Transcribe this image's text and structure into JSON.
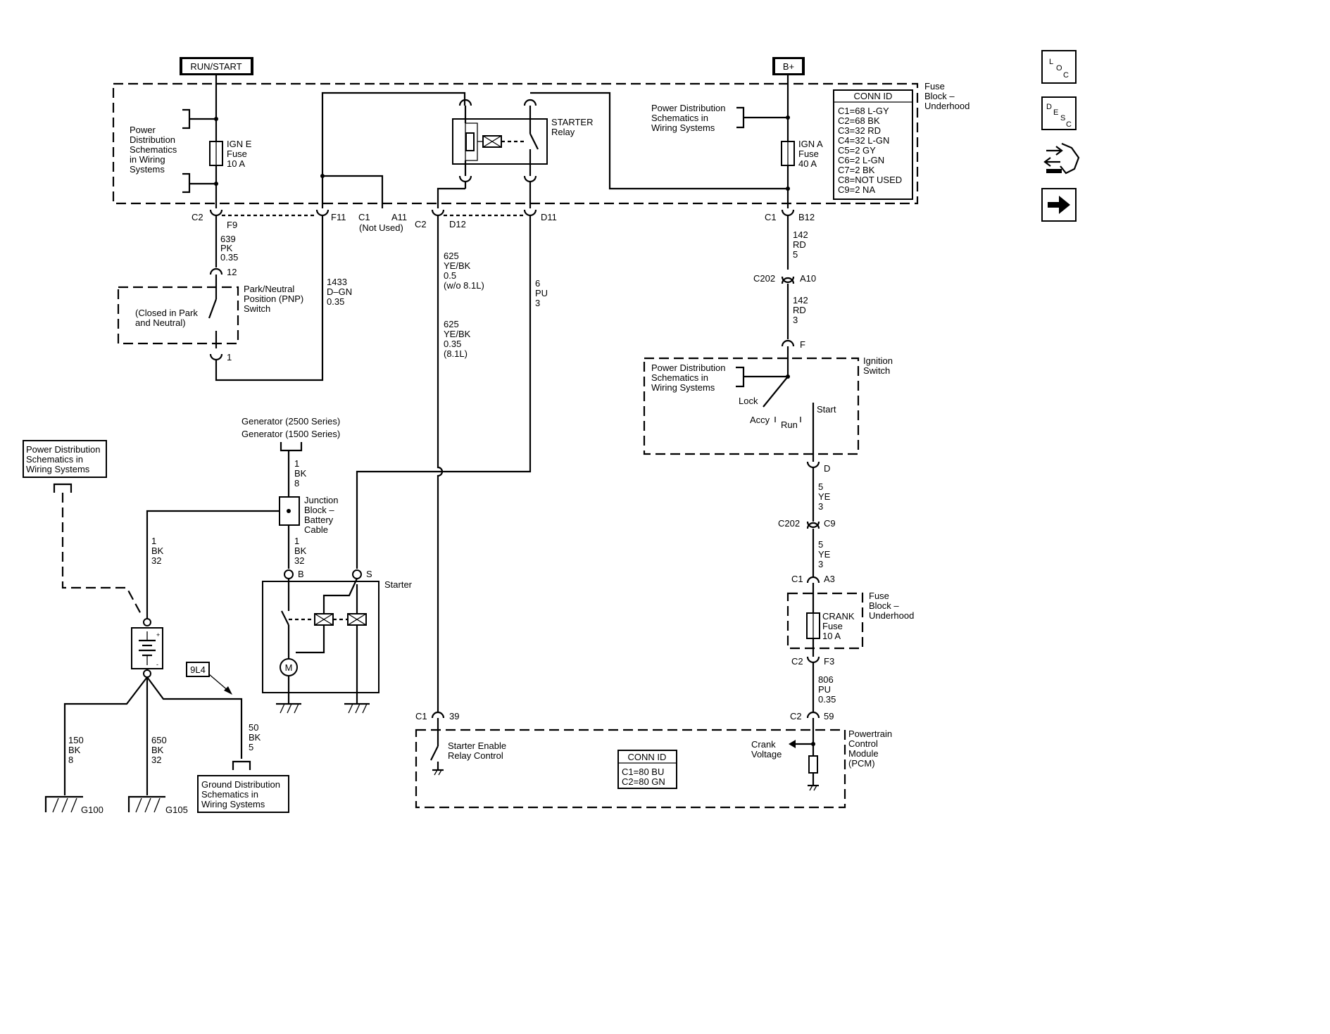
{
  "sources": {
    "run_start": "RUN/START",
    "b_plus": "B+"
  },
  "fuse_block": {
    "label_lines": [
      "Fuse",
      "Block –",
      "Underhood"
    ],
    "pds_left": [
      "Power",
      "Distribution",
      "Schematics",
      "in Wiring",
      "Systems"
    ],
    "pds_right": [
      "Power Distribution",
      "Schematics in",
      "Wiring Systems"
    ],
    "ign_e_fuse": [
      "IGN E",
      "Fuse",
      "10 A"
    ],
    "ign_a_fuse": [
      "IGN A",
      "Fuse",
      "40 A"
    ],
    "relay_label": [
      "STARTER",
      "Relay"
    ],
    "conn_id_title": "CONN ID",
    "conn_ids": [
      "C1=68 L-GY",
      "C2=68 BK",
      "C3=32 RD",
      "C4=32 L-GN",
      "C5=2 GY",
      "C6=2 L-GN",
      "C7=2 BK",
      "C8=NOT USED",
      "C9=2 NA"
    ]
  },
  "connectors": {
    "c2": "C2",
    "f9": "F9",
    "f11": "F11",
    "c1_a11": "C1",
    "a11": "A11",
    "not_used": "(Not Used)",
    "c2_d12": "C2",
    "d12": "D12",
    "d11": "D11",
    "c1_b12": "C1",
    "b12": "B12",
    "pnp_12": "12",
    "pnp_1": "1",
    "c202_a10": "C202",
    "a10": "A10",
    "ign_f": "F",
    "ign_d": "D",
    "c202_c9": "C202",
    "c9": "C9",
    "c1_a3": "C1",
    "a3": "A3",
    "c2_f3": "C2",
    "f3": "F3",
    "pcm_c1": "C1",
    "pcm_39": "39",
    "pcm_c2": "C2",
    "pcm_59": "59",
    "starter_b": "B",
    "starter_s": "S"
  },
  "wires": {
    "w639": [
      "639",
      "PK",
      "0.35"
    ],
    "w1433": [
      "1433",
      "D–GN",
      "0.35"
    ],
    "w625a": [
      "625",
      "YE/BK",
      "0.5",
      "(w/o 8.1L)"
    ],
    "w625b": [
      "625",
      "YE/BK",
      "0.35",
      "(8.1L)"
    ],
    "w6": [
      "6",
      "PU",
      "3"
    ],
    "w142a": [
      "142",
      "RD",
      "5"
    ],
    "w142b": [
      "142",
      "RD",
      "3"
    ],
    "w5a": [
      "5",
      "YE",
      "3"
    ],
    "w5b": [
      "5",
      "YE",
      "3"
    ],
    "w806": [
      "806",
      "PU",
      "0.35"
    ],
    "w1bk8": [
      "1",
      "BK",
      "8"
    ],
    "w1bk32a": [
      "1",
      "BK",
      "32"
    ],
    "w1bk32b": [
      "1",
      "BK",
      "32"
    ],
    "w150": [
      "150",
      "BK",
      "8"
    ],
    "w650": [
      "650",
      "BK",
      "32"
    ],
    "w50": [
      "50",
      "BK",
      "5"
    ]
  },
  "pnp_switch": {
    "label": [
      "Park/Neutral",
      "Position (PNP)",
      "Switch"
    ],
    "note": [
      "(Closed in Park",
      "and Neutral)"
    ]
  },
  "ignition_switch": {
    "label": [
      "Ignition",
      "Switch"
    ],
    "pds": [
      "Power Distribution",
      "Schematics in",
      "Wiring Systems"
    ],
    "lock": "Lock",
    "accy": "Accy",
    "run": "Run",
    "start": "Start"
  },
  "crank_fuse": {
    "fuse": [
      "CRANK",
      "Fuse",
      "10 A"
    ],
    "block": [
      "Fuse",
      "Block –",
      "Underhood"
    ]
  },
  "generator": {
    "l1": "Generator (2500 Series)",
    "l2": "Generator (1500 Series)"
  },
  "junction_block": [
    "Junction",
    "Block –",
    "Battery",
    "Cable"
  ],
  "starter": {
    "label": "Starter",
    "motor": "M"
  },
  "power_dist_box": [
    "Power Distribution",
    "Schematics in",
    "Wiring Systems"
  ],
  "ground_dist_box": [
    "Ground Distribution",
    "Schematics in",
    "Wiring Systems"
  ],
  "grounds": {
    "g100": "G100",
    "g105": "G105"
  },
  "ref_tag": "9L4",
  "pcm": {
    "label": [
      "Powertrain",
      "Control",
      "Module",
      "(PCM)"
    ],
    "starter_enable": [
      "Starter Enable",
      "Relay Control"
    ],
    "crank_voltage": [
      "Crank",
      "Voltage"
    ],
    "conn_id_title": "CONN ID",
    "conn_ids": [
      "C1=80 BU",
      "C2=80 GN"
    ]
  },
  "nav": {
    "loc": [
      "L",
      "O",
      "C"
    ],
    "desc": [
      "D",
      "E",
      "S",
      "C"
    ]
  }
}
